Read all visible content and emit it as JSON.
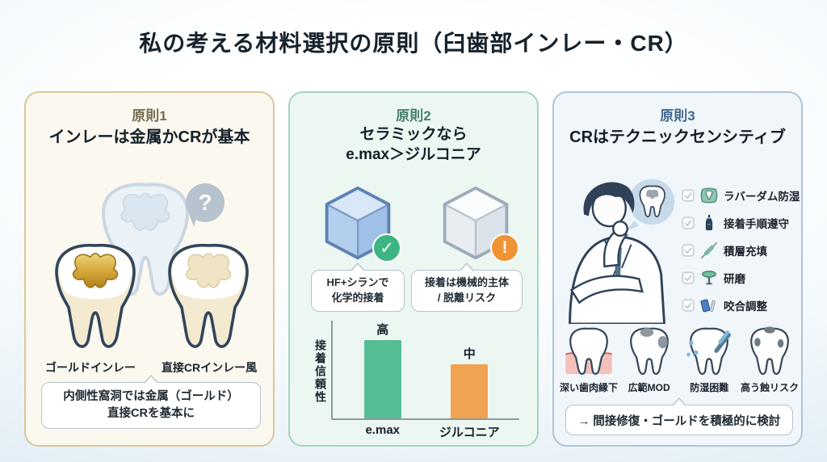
{
  "page": {
    "title": "私の考える材料選択の原則（臼歯部インレー・CR）"
  },
  "panel1": {
    "badge": "原則1",
    "title": "インレーは金属かCRが基本",
    "question_mark": "?",
    "label_left": "ゴールドインレー",
    "label_right": "直接CRインレー風",
    "callout_line1": "内側性窩洞では金属（ゴールド）",
    "callout_line2": "直接CRを基本に"
  },
  "panel2": {
    "badge": "原則2",
    "title_line1": "セラミックなら",
    "title_line2": "e.max＞ジルコニア",
    "check_glyph": "✓",
    "warn_glyph": "!",
    "emax_note_line1": "HF+シランで",
    "emax_note_line2": "化学的接着",
    "zirconia_note_line1": "接着は機械的主体",
    "zirconia_note_line2": "/ 脱離リスク"
  },
  "chart_data": {
    "type": "bar",
    "title": "",
    "xlabel": "",
    "ylabel": "接着信頼性",
    "categories": [
      "e.max",
      "ジルコニア"
    ],
    "values": [
      80,
      55
    ],
    "value_labels": [
      "高",
      "中"
    ],
    "colors": [
      "#57bd94",
      "#f0a350"
    ],
    "ylim": [
      0,
      100
    ],
    "grid": false,
    "legend": false
  },
  "panel3": {
    "badge": "原則3",
    "title": "CRはテクニックセンシティブ",
    "checklist": [
      {
        "icon": "rubber-dam-icon",
        "label": "ラバーダム防湿"
      },
      {
        "icon": "bonding-bottle-icon",
        "label": "接着手順遵守"
      },
      {
        "icon": "filling-instrument-icon",
        "label": "積層充填"
      },
      {
        "icon": "polishing-disc-icon",
        "label": "研磨"
      },
      {
        "icon": "articulating-paper-icon",
        "label": "咬合調整"
      }
    ],
    "risks": [
      {
        "icon": "subgingival-tooth-icon",
        "label": "深い歯肉縁下"
      },
      {
        "icon": "mod-tooth-icon",
        "label": "広範MOD"
      },
      {
        "icon": "moisture-tooth-icon",
        "label": "防湿困難"
      },
      {
        "icon": "caries-tooth-icon",
        "label": "高う蝕リスク"
      }
    ],
    "callout": "→ 間接修復・ゴールドを積極的に検討"
  },
  "colors": {
    "bar_green": "#57bd94",
    "bar_orange": "#f0a350",
    "check_green": "#3cb583",
    "warn_orange": "#ef9334",
    "gold": "#cfa335",
    "panel1_border": "#d9c79c",
    "panel2_border": "#a6d3be",
    "panel3_border": "#aec6d8"
  }
}
